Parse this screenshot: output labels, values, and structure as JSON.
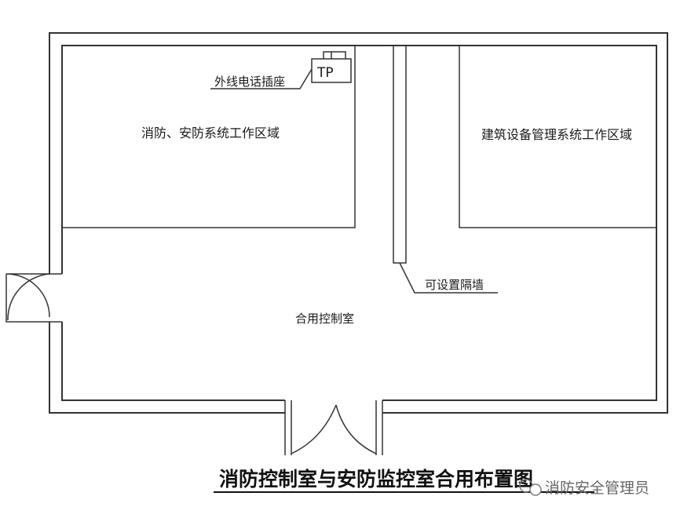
{
  "labels": {
    "phone_socket": "外线电话插座",
    "tp": "TP",
    "fire_security_zone": "消防、安防系统工作区域",
    "bms_zone": "建筑设备管理系统工作区域",
    "partition_wall": "可设置隔墙",
    "shared_room": "合用控制室"
  },
  "title": "消防控制室与安防监控室合用布置图",
  "watermark": "消防安全管理员",
  "colors": {
    "line": "#333333",
    "text": "#1a1a1a",
    "watermark": "#666666"
  }
}
